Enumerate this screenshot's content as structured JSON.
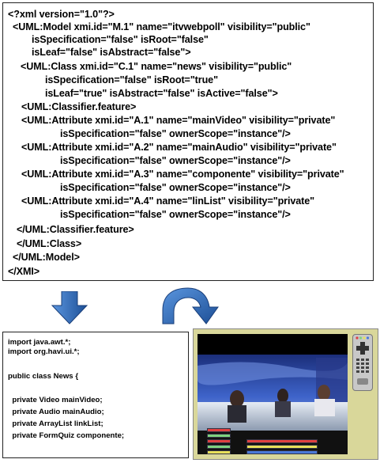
{
  "xml": {
    "lines": [
      "<?xml version=\"1.0\"?>",
      "<UML:Model xmi.id=\"M.1\" name=\"itvwebpoll\" visibility=\"public\"",
      "isSpecification=\"false\" isRoot=\"false\"",
      "isLeaf=\"false\" isAbstract=\"false\">",
      "<UML:Class xmi.id=\"C.1\" name=\"news\" visibility=\"public\"",
      "isSpecification=\"false\" isRoot=\"true\"",
      "isLeaf=\"true\" isAbstract=\"false\" isActive=\"false\">",
      "<UML:Classifier.feature>",
      "<UML:Attribute xmi.id=\"A.1\" name=\"mainVideo\" visibility=\"private\"",
      "isSpecification=\"false\" ownerScope=\"instance\"/>",
      "<UML:Attribute xmi.id=\"A.2\" name=\"mainAudio\" visibility=\"private\"",
      "isSpecification=\"false\" ownerScope=\"instance\"/>",
      "<UML:Attribute xmi.id=\"A.3\" name=\"componente\" visibility=\"private\"",
      "isSpecification=\"false\" ownerScope=\"instance\"/>",
      "<UML:Attribute xmi.id=\"A.4\" name=\"linList\" visibility=\"private\"",
      "isSpecification=\"false\" ownerScope=\"instance\"/>",
      "</UML:Classifier.feature>",
      "</UML:Class>",
      "</UML:Model>",
      "</XMI>"
    ]
  },
  "code": {
    "lines": [
      "import java.awt.*;",
      "import org.havi.ui.*;",
      "",
      "public class News {",
      "",
      "  private Video mainVideo;",
      "  private Audio mainAudio;",
      "  private ArrayList linkList;",
      "  private FormQuiz componente;"
    ]
  },
  "colors": {
    "arrow": "#2e6fc4",
    "arrow_dark": "#1d4f96",
    "frame_bg": "#d9d79a",
    "menu_red": "#e04040",
    "menu_green": "#7fd27f",
    "menu_yellow": "#e8e05a",
    "menu_blue": "#4a78d8"
  },
  "icons": {
    "down_arrow": "down-arrow-icon",
    "curved_arrow": "curved-arrow-icon",
    "plus": "plus-icon",
    "remote": "remote-control-icon"
  }
}
